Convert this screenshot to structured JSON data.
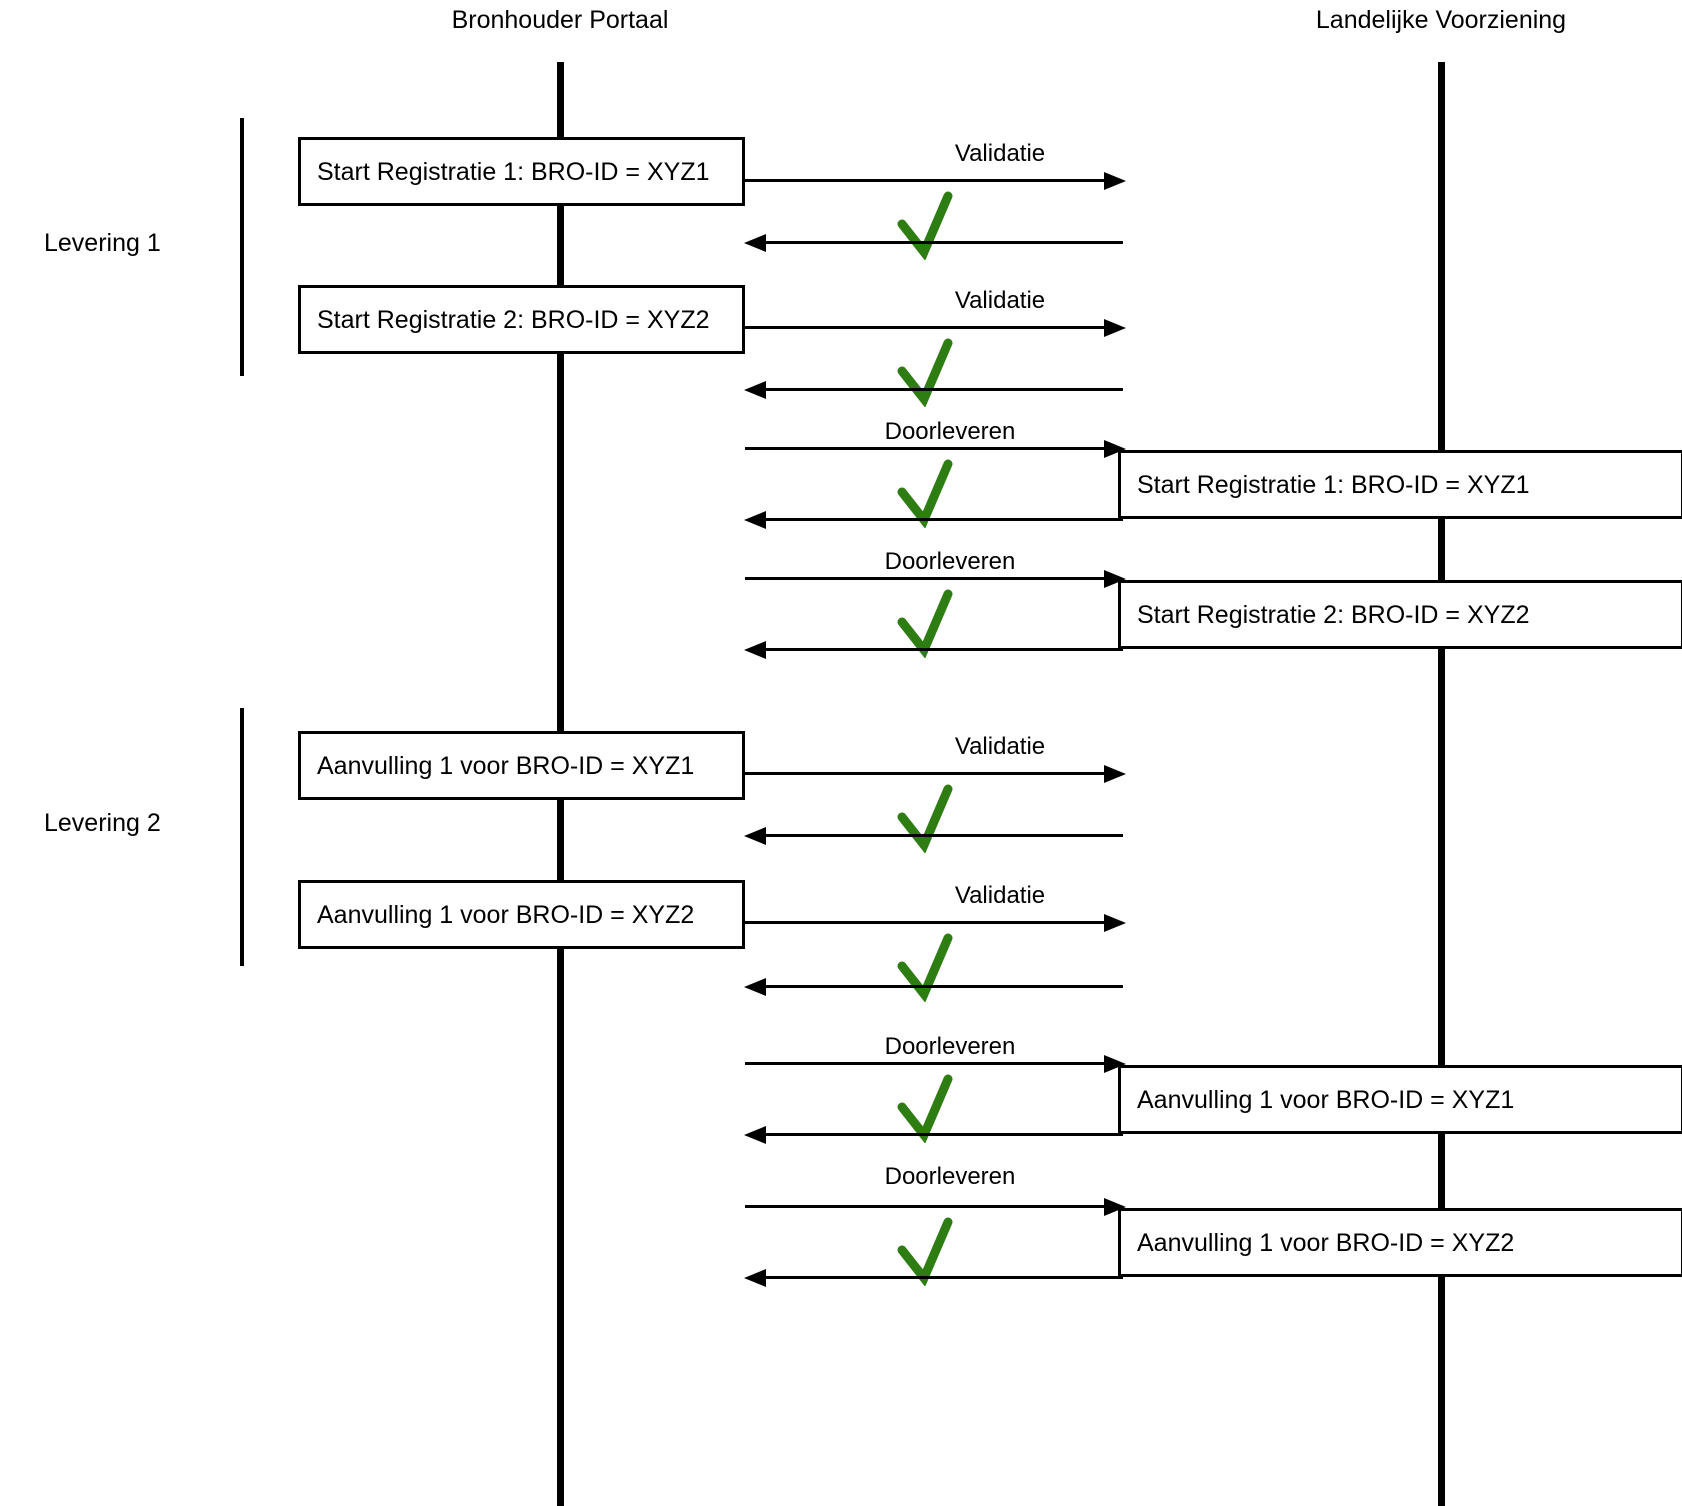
{
  "diagram": {
    "type": "uml-sequence",
    "title_left": "Bronhouder Portaal",
    "title_right": "Landelijke Voorziening",
    "accent_check_color": "#2e7d13",
    "line_color": "#000000",
    "background": "#ffffff"
  },
  "lifelines": [
    {
      "id": "bronhouder-portaal",
      "label": "Bronhouder Portaal"
    },
    {
      "id": "landelijke-voorziening",
      "label": "Landelijke Voorziening"
    }
  ],
  "groups": [
    {
      "id": "levering-1",
      "label": "Levering 1"
    },
    {
      "id": "levering-2",
      "label": "Levering 2"
    }
  ],
  "left_boxes": [
    {
      "id": "left-box-1",
      "label": "Start Registratie 1: BRO-ID = XYZ1"
    },
    {
      "id": "left-box-2",
      "label": "Start Registratie 2: BRO-ID = XYZ2"
    },
    {
      "id": "left-box-3",
      "label": "Aanvulling 1 voor BRO-ID = XYZ1"
    },
    {
      "id": "left-box-4",
      "label": "Aanvulling 1 voor BRO-ID = XYZ2"
    }
  ],
  "right_boxes": [
    {
      "id": "right-box-1",
      "label": "Start Registratie 1: BRO-ID = XYZ1"
    },
    {
      "id": "right-box-2",
      "label": "Start Registratie 2: BRO-ID = XYZ2"
    },
    {
      "id": "right-box-3",
      "label": "Aanvulling 1 voor BRO-ID = XYZ1"
    },
    {
      "id": "right-box-4",
      "label": "Aanvulling 1 voor BRO-ID = XYZ2"
    }
  ],
  "arrow_labels": {
    "validatie_1": "Validatie",
    "validatie_2": "Validatie",
    "doorleveren_1": "Doorleveren",
    "doorleveren_2": "Doorleveren",
    "validatie_3": "Validatie",
    "validatie_4": "Validatie",
    "doorleveren_3": "Doorleveren",
    "doorleveren_4": "Doorleveren"
  },
  "checks": {
    "glyph": "check-mark",
    "count": 8,
    "color": "#2e7d13"
  }
}
